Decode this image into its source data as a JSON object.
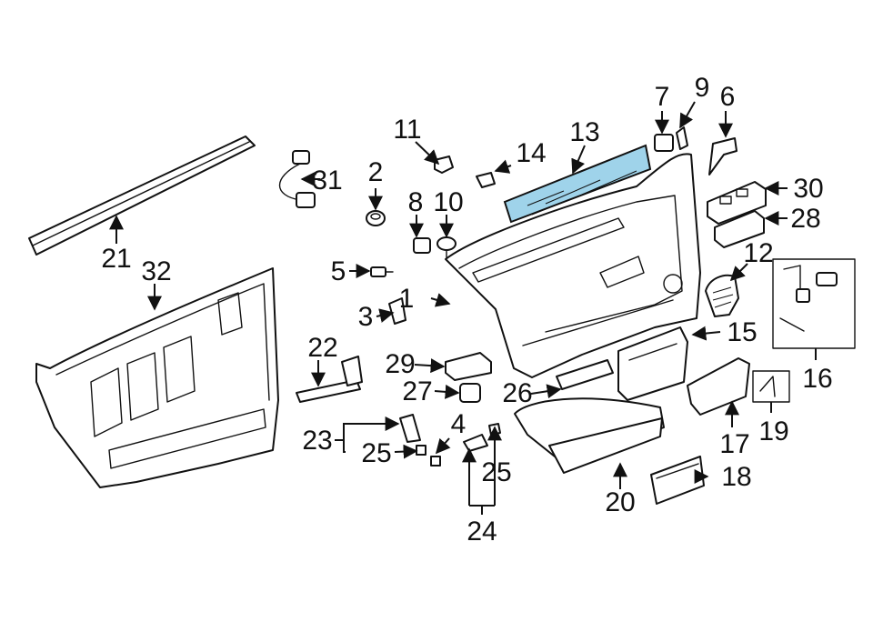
{
  "colors": {
    "line": "#111111",
    "background": "#ffffff",
    "highlight": "#9fd3ea"
  },
  "callouts": [
    "1",
    "2",
    "3",
    "4",
    "5",
    "6",
    "7",
    "8",
    "9",
    "10",
    "11",
    "12",
    "13",
    "14",
    "15",
    "16",
    "17",
    "18",
    "19",
    "20",
    "21",
    "22",
    "23",
    "24",
    "25",
    "25",
    "26",
    "27",
    "28",
    "29",
    "30",
    "31",
    "32"
  ]
}
